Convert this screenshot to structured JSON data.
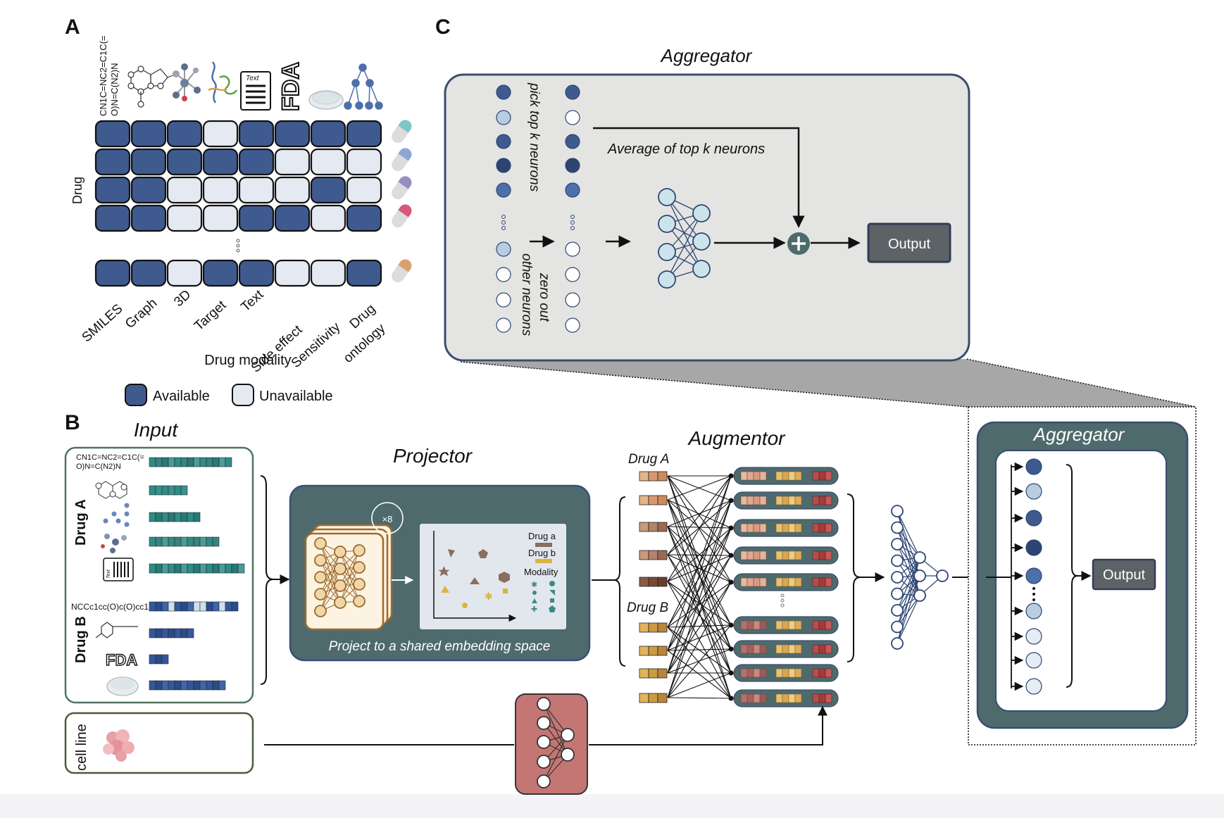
{
  "colors": {
    "available": "#3f5a8e",
    "unavailable": "#e4e9f2",
    "teal_panel": "#4e6a6c",
    "aggregator_bg": "#e4e4e2",
    "output_box": "#5d6266",
    "cellline_red": "#c47674",
    "drug_a_token": "#2f8d84",
    "drug_b_token": "#35579a",
    "cell_token": "#8c2c2c"
  },
  "panel_a": {
    "label": "A",
    "smiles_text_line1": "CN1C=NC2=C1C(=",
    "smiles_text_line2": "O)N=C(N2)N",
    "text_icon_label": "Text",
    "fda_label": "FDA",
    "drug_axis_label": "Drug",
    "xlabel": "Drug modality",
    "modalities": [
      "SMILES",
      "Graph",
      "3D",
      "Target",
      "Text",
      "Side effect",
      "Sensitivity",
      "Drug",
      "ontology"
    ],
    "availability": [
      [
        1,
        1,
        1,
        0,
        1,
        1,
        1,
        1
      ],
      [
        1,
        1,
        1,
        1,
        1,
        0,
        0,
        0
      ],
      [
        1,
        1,
        0,
        0,
        0,
        0,
        1,
        0
      ],
      [
        1,
        1,
        0,
        0,
        1,
        1,
        0,
        1
      ],
      [
        1,
        1,
        0,
        1,
        1,
        0,
        0,
        1
      ]
    ],
    "legend_available": "Available",
    "legend_unavailable": "Unavailable"
  },
  "panel_b": {
    "label": "B",
    "input_title": "Input",
    "drug_a_label": "Drug A",
    "drug_b_label": "Drug B",
    "smiles_a_line1": "CN1C=NC2=C1C(=",
    "smiles_a_line2": "O)N=C(N2)N",
    "smiles_b": "NCCc1cc(O)c(O)cc1",
    "text_icon_label": "Text",
    "fda_label": "FDA",
    "cell_line_label": "cell line",
    "projector_title": "Projector",
    "repeat_label": "×8",
    "legend_drug_a": "Drug a",
    "legend_drug_b": "Drug b",
    "legend_modality": "Modality",
    "projector_caption": "Project to a shared embedding space",
    "augmentor_title": "Augmentor",
    "augmentor_drug_a": "Drug A",
    "augmentor_drug_b": "Drug B",
    "aggregator_title": "Aggregator",
    "output_label": "Output"
  },
  "panel_c": {
    "label": "C",
    "title": "Aggregator",
    "pick_label": "pick top k neurons",
    "zero_label_1": "zero out",
    "zero_label_2": "other neurons",
    "average_label": "Average of top k neurons",
    "output_label": "Output"
  }
}
